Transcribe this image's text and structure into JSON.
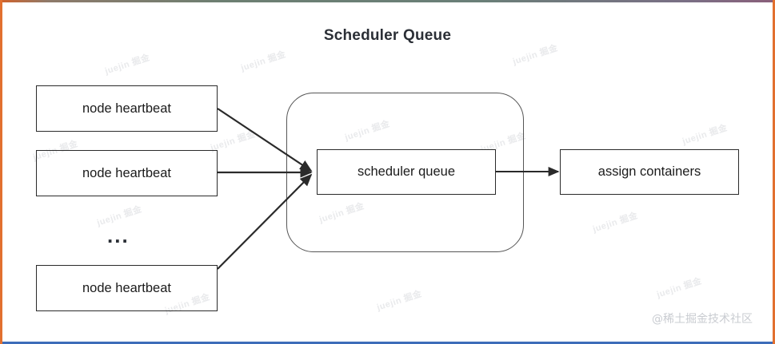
{
  "diagram": {
    "title": "Scheduler Queue",
    "type": "flow-diagram",
    "nodes": [
      {
        "id": "hb1",
        "label": "node heartbeat",
        "shape": "rect"
      },
      {
        "id": "hb2",
        "label": "node heartbeat",
        "shape": "rect"
      },
      {
        "id": "ellipsis",
        "label": "...",
        "shape": "text"
      },
      {
        "id": "hb3",
        "label": "node heartbeat",
        "shape": "rect"
      },
      {
        "id": "group",
        "label": "",
        "shape": "rounded-rect"
      },
      {
        "id": "queue",
        "label": "scheduler queue",
        "shape": "rect"
      },
      {
        "id": "assign",
        "label": "assign containers",
        "shape": "rect"
      }
    ],
    "edges": [
      {
        "from": "hb1",
        "to": "queue",
        "style": "solid-arrow"
      },
      {
        "from": "hb2",
        "to": "queue",
        "style": "solid-arrow"
      },
      {
        "from": "hb3",
        "to": "queue",
        "style": "solid-arrow"
      },
      {
        "from": "queue",
        "to": "assign",
        "style": "solid-arrow"
      }
    ]
  },
  "watermark": {
    "corner_text": "@稀土掘金技术社区",
    "tile_text": "juejin 掘金"
  },
  "colors": {
    "frame_left": "#e2702f",
    "frame_right": "#e2702f",
    "frame_bottom": "#3d6cb9",
    "node_stroke": "#2a2a2a",
    "group_stroke": "#565656",
    "text": "#1b1b1b",
    "title": "#2b2f36",
    "watermark": "#c9ccd1",
    "background": "#ffffff"
  }
}
